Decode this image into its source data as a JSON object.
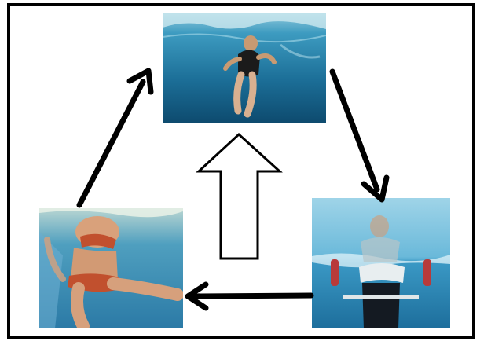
{
  "diagram": {
    "type": "cycle",
    "photos": [
      {
        "id": "top",
        "icon": "underwater-swimmer-photo"
      },
      {
        "id": "bottom-right",
        "icon": "pool-dumbbell-exercise-photo"
      },
      {
        "id": "bottom-left",
        "icon": "pool-leg-kick-photo"
      }
    ],
    "colors": {
      "border": "#000000",
      "arrow": "#000000",
      "center_arrow_fill": "#ffffff",
      "water_light": "#5fb0d2",
      "water_mid": "#2d8ab8",
      "water_dark": "#0f4f78"
    }
  }
}
